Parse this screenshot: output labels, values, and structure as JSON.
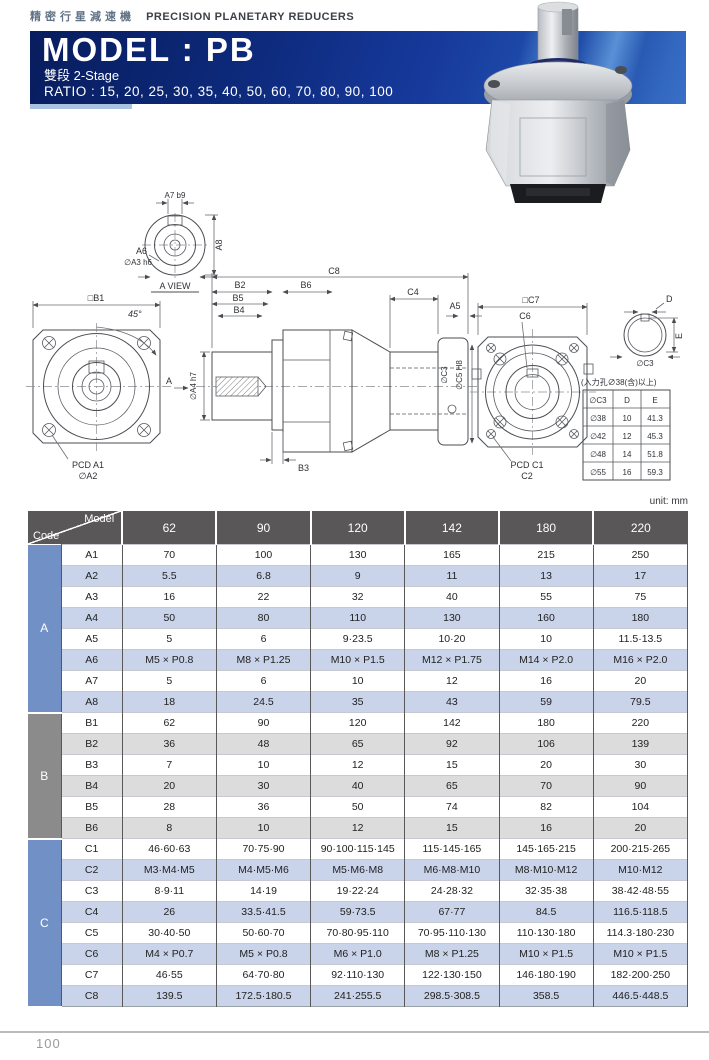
{
  "page": {
    "header_cn": "精密行星減速機",
    "header_en": "PRECISION PLANETARY REDUCERS",
    "page_number": "100",
    "unit_label": "unit: mm"
  },
  "banner": {
    "model": "MODEL : PB",
    "stage": "雙段 2-Stage",
    "ratio": "RATIO : 15, 20, 25, 30, 35, 40, 50, 60, 70, 80, 90, 100"
  },
  "drawing": {
    "a_view": {
      "a7": "A7 b9",
      "a8": "A8",
      "a6": "A6",
      "a3": "∅A3 h6",
      "caption": "A VIEW"
    },
    "front_view": {
      "b1": "□B1",
      "angle": "45°",
      "section_arrow": "A",
      "pcd": "PCD A1",
      "a2": "∅A2"
    },
    "side_view": {
      "c8": "C8",
      "b2": "B2",
      "b6": "B6",
      "b5": "B5",
      "b4": "B4",
      "c4": "C4",
      "a5": "A5",
      "a4": "∅A4 h7",
      "b3": "B3",
      "c3": "∅C3",
      "c5": "∅C5 H8"
    },
    "rear_view": {
      "c7": "□C7",
      "c6": "C6",
      "pcd": "PCD C1",
      "c2": "C2"
    },
    "input_detail": {
      "d": "D",
      "e": "E",
      "c3": "∅C3",
      "note": "(入力孔∅38(含)以上)"
    },
    "input_table": {
      "headers": [
        "∅C3",
        "D",
        "E"
      ],
      "rows": [
        [
          "∅38",
          "10",
          "41.3"
        ],
        [
          "∅42",
          "12",
          "45.3"
        ],
        [
          "∅48",
          "14",
          "51.8"
        ],
        [
          "∅55",
          "16",
          "59.3"
        ]
      ]
    }
  },
  "spec_table": {
    "corner_top": "Model",
    "corner_bottom": "Code",
    "models": [
      "62",
      "90",
      "120",
      "142",
      "180",
      "220"
    ],
    "sections": [
      {
        "label": "A",
        "rows": [
          {
            "code": "A1",
            "values": [
              "70",
              "100",
              "130",
              "165",
              "215",
              "250"
            ]
          },
          {
            "code": "A2",
            "values": [
              "5.5",
              "6.8",
              "9",
              "11",
              "13",
              "17"
            ]
          },
          {
            "code": "A3",
            "values": [
              "16",
              "22",
              "32",
              "40",
              "55",
              "75"
            ]
          },
          {
            "code": "A4",
            "values": [
              "50",
              "80",
              "110",
              "130",
              "160",
              "180"
            ]
          },
          {
            "code": "A5",
            "values": [
              "5",
              "6",
              "9·23.5",
              "10·20",
              "10",
              "11.5·13.5"
            ]
          },
          {
            "code": "A6",
            "values": [
              "M5 × P0.8",
              "M8 × P1.25",
              "M10 × P1.5",
              "M12 × P1.75",
              "M14 × P2.0",
              "M16 × P2.0"
            ]
          },
          {
            "code": "A7",
            "values": [
              "5",
              "6",
              "10",
              "12",
              "16",
              "20"
            ]
          },
          {
            "code": "A8",
            "values": [
              "18",
              "24.5",
              "35",
              "43",
              "59",
              "79.5"
            ]
          }
        ]
      },
      {
        "label": "B",
        "rows": [
          {
            "code": "B1",
            "values": [
              "62",
              "90",
              "120",
              "142",
              "180",
              "220"
            ]
          },
          {
            "code": "B2",
            "values": [
              "36",
              "48",
              "65",
              "92",
              "106",
              "139"
            ]
          },
          {
            "code": "B3",
            "values": [
              "7",
              "10",
              "12",
              "15",
              "20",
              "30"
            ]
          },
          {
            "code": "B4",
            "values": [
              "20",
              "30",
              "40",
              "65",
              "70",
              "90"
            ]
          },
          {
            "code": "B5",
            "values": [
              "28",
              "36",
              "50",
              "74",
              "82",
              "104"
            ]
          },
          {
            "code": "B6",
            "values": [
              "8",
              "10",
              "12",
              "15",
              "16",
              "20"
            ]
          }
        ]
      },
      {
        "label": "C",
        "rows": [
          {
            "code": "C1",
            "values": [
              "46·60·63",
              "70·75·90",
              "90·100·115·145",
              "115·145·165",
              "145·165·215",
              "200·215·265"
            ]
          },
          {
            "code": "C2",
            "values": [
              "M3·M4·M5",
              "M4·M5·M6",
              "M5·M6·M8",
              "M6·M8·M10",
              "M8·M10·M12",
              "M10·M12"
            ]
          },
          {
            "code": "C3",
            "values": [
              "8·9·11",
              "14·19",
              "19·22·24",
              "24·28·32",
              "32·35·38",
              "38·42·48·55"
            ]
          },
          {
            "code": "C4",
            "values": [
              "26",
              "33.5·41.5",
              "59·73.5",
              "67·77",
              "84.5",
              "116.5·118.5"
            ]
          },
          {
            "code": "C5",
            "values": [
              "30·40·50",
              "50·60·70",
              "70·80·95·110",
              "70·95·110·130",
              "110·130·180",
              "114.3·180·230"
            ]
          },
          {
            "code": "C6",
            "values": [
              "M4 × P0.7",
              "M5 × P0.8",
              "M6 × P1.0",
              "M8 × P1.25",
              "M10 × P1.5",
              "M10 × P1.5"
            ]
          },
          {
            "code": "C7",
            "values": [
              "46·55",
              "64·70·80",
              "92·110·130",
              "122·130·150",
              "146·180·190",
              "182·200·250"
            ]
          },
          {
            "code": "C8",
            "values": [
              "139.5",
              "172.5·180.5",
              "241·255.5",
              "298.5·308.5",
              "358.5",
              "446.5·448.5"
            ]
          }
        ]
      }
    ]
  }
}
